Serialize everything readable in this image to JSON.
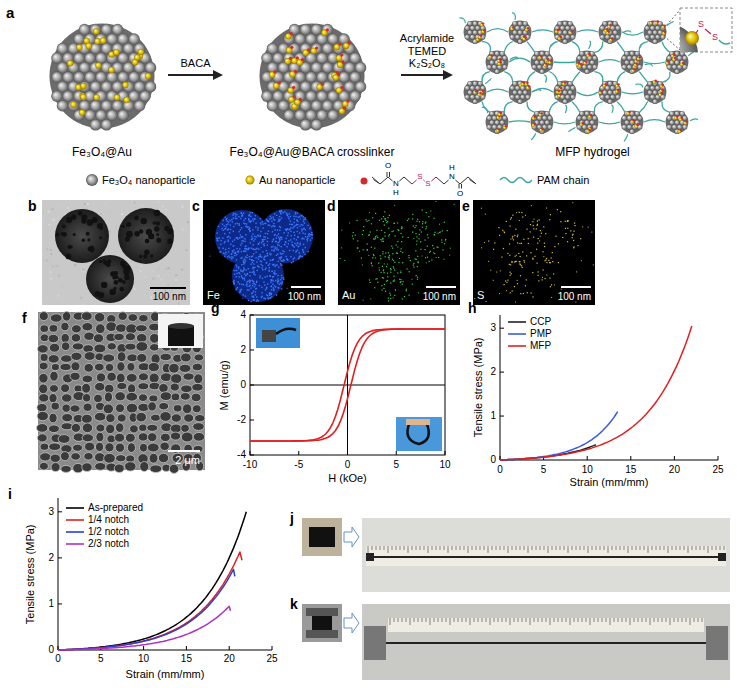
{
  "diagram": {
    "nodes": [
      {
        "text": [
          "Fe₃O₄@Au"
        ]
      },
      {
        "text": [
          "Fe₃O₄@Au@BACA crosslinker"
        ]
      },
      {
        "text": [
          "MFP hydrogel"
        ]
      }
    ],
    "edges": [
      {
        "from": 0,
        "to": 1,
        "arrow": "to",
        "label": "BACA"
      },
      {
        "from": 1,
        "to": 2,
        "arrow": "to",
        "label": "Acrylamide TEMED K₂S₂O₈"
      }
    ],
    "labels": [
      "a",
      "S",
      "S",
      "b",
      "100 nm",
      "c",
      "100 nm",
      "Fe",
      "d",
      "100 nm",
      "Au",
      "e",
      "100 nm",
      "S",
      "f",
      "2 μm",
      "g",
      "M (emu/g)",
      "H (kOe)",
      "4",
      "2",
      "0",
      "-2",
      "-4",
      "-10",
      "-5",
      "0",
      "5",
      "10",
      "h",
      "Tensile stress (MPa)",
      "Strain (mm/mm)",
      "0",
      "1",
      "2",
      "3",
      "0",
      "5",
      "10",
      "15",
      "20",
      "25",
      "i",
      "Tensile stress (MPa)",
      "Strain (mm/mm)",
      "0",
      "1",
      "2",
      "3",
      "0",
      "5",
      "10",
      "15",
      "20",
      "25",
      "j",
      "k",
      "O",
      "N",
      "H",
      "S",
      "S",
      "N",
      "H",
      "O"
    ],
    "legend": [
      {
        "text": "Fe₃O₄ nanoparticle"
      },
      {
        "text": "Au nanoparticle"
      },
      {
        "text": "PAM chain"
      },
      {
        "text": "CCP"
      },
      {
        "text": "PMP"
      },
      {
        "text": "MFP"
      },
      {
        "text": "As-prepared"
      },
      {
        "text": "1/4 notch"
      },
      {
        "text": "1/2 notch"
      },
      {
        "text": "2/3 notch"
      }
    ]
  }
}
